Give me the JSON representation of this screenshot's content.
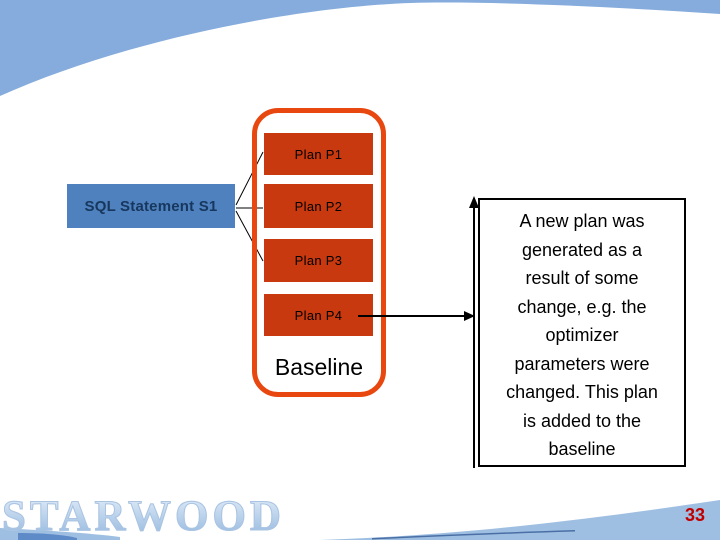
{
  "slide": {
    "watermark": "STARWOOD",
    "page_number": "33"
  },
  "diagram": {
    "sql_statement": {
      "label": "SQL Statement S1"
    },
    "baseline": {
      "label": "Baseline",
      "plans": [
        {
          "label": "Plan P1"
        },
        {
          "label": "Plan P2"
        },
        {
          "label": "Plan P3"
        },
        {
          "label": "Plan P4"
        }
      ]
    },
    "annotation": {
      "full_text": "A new plan was generated as a result of some change, e.g. the optimizer parameters were changed. This plan is added to the baseline",
      "lines": [
        "A new plan was",
        "generated as a",
        "result of some",
        "change, e.g. the",
        "optimizer",
        "parameters were",
        "changed. This plan",
        "is added to the",
        "baseline"
      ]
    },
    "connectors": [
      "sql-to-plan-p1",
      "sql-to-plan-p2",
      "sql-to-plan-p3",
      "plan-p4-to-annotation-arrow",
      "annotation-up-arrow"
    ],
    "colors": {
      "plan_fill": "#c8390f",
      "baseline_border": "#e8470f",
      "sql_box_fill": "#4e81bd",
      "sql_text": "#17375e",
      "banner_top_blue": "#85acdc",
      "banner_bottom_blue": "#9fbfe2",
      "page_number_red": "#c00000",
      "connector_black": "#000000"
    }
  }
}
